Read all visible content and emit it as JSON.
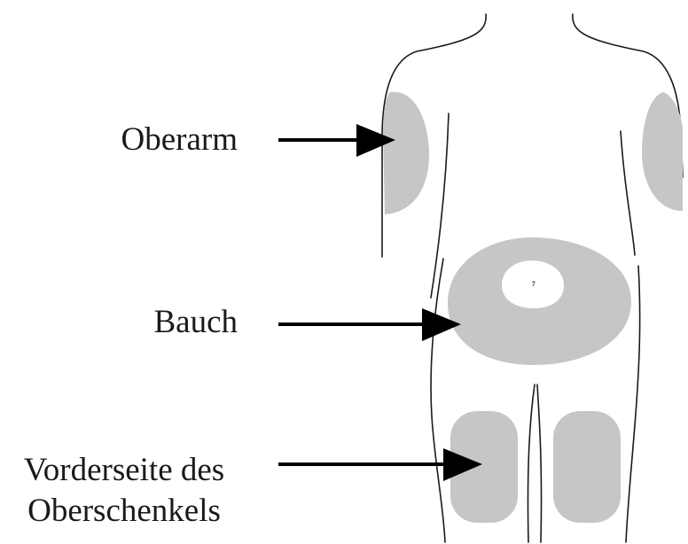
{
  "labels": {
    "upper_arm": "Oberarm",
    "abdomen": "Bauch",
    "thigh_line1": "Vorderseite des",
    "thigh_line2": "Oberschenkels"
  },
  "colors": {
    "zone_fill": "#c6c6c6",
    "outline": "#1a1a1a",
    "arrow": "#000000",
    "background": "#ffffff"
  }
}
